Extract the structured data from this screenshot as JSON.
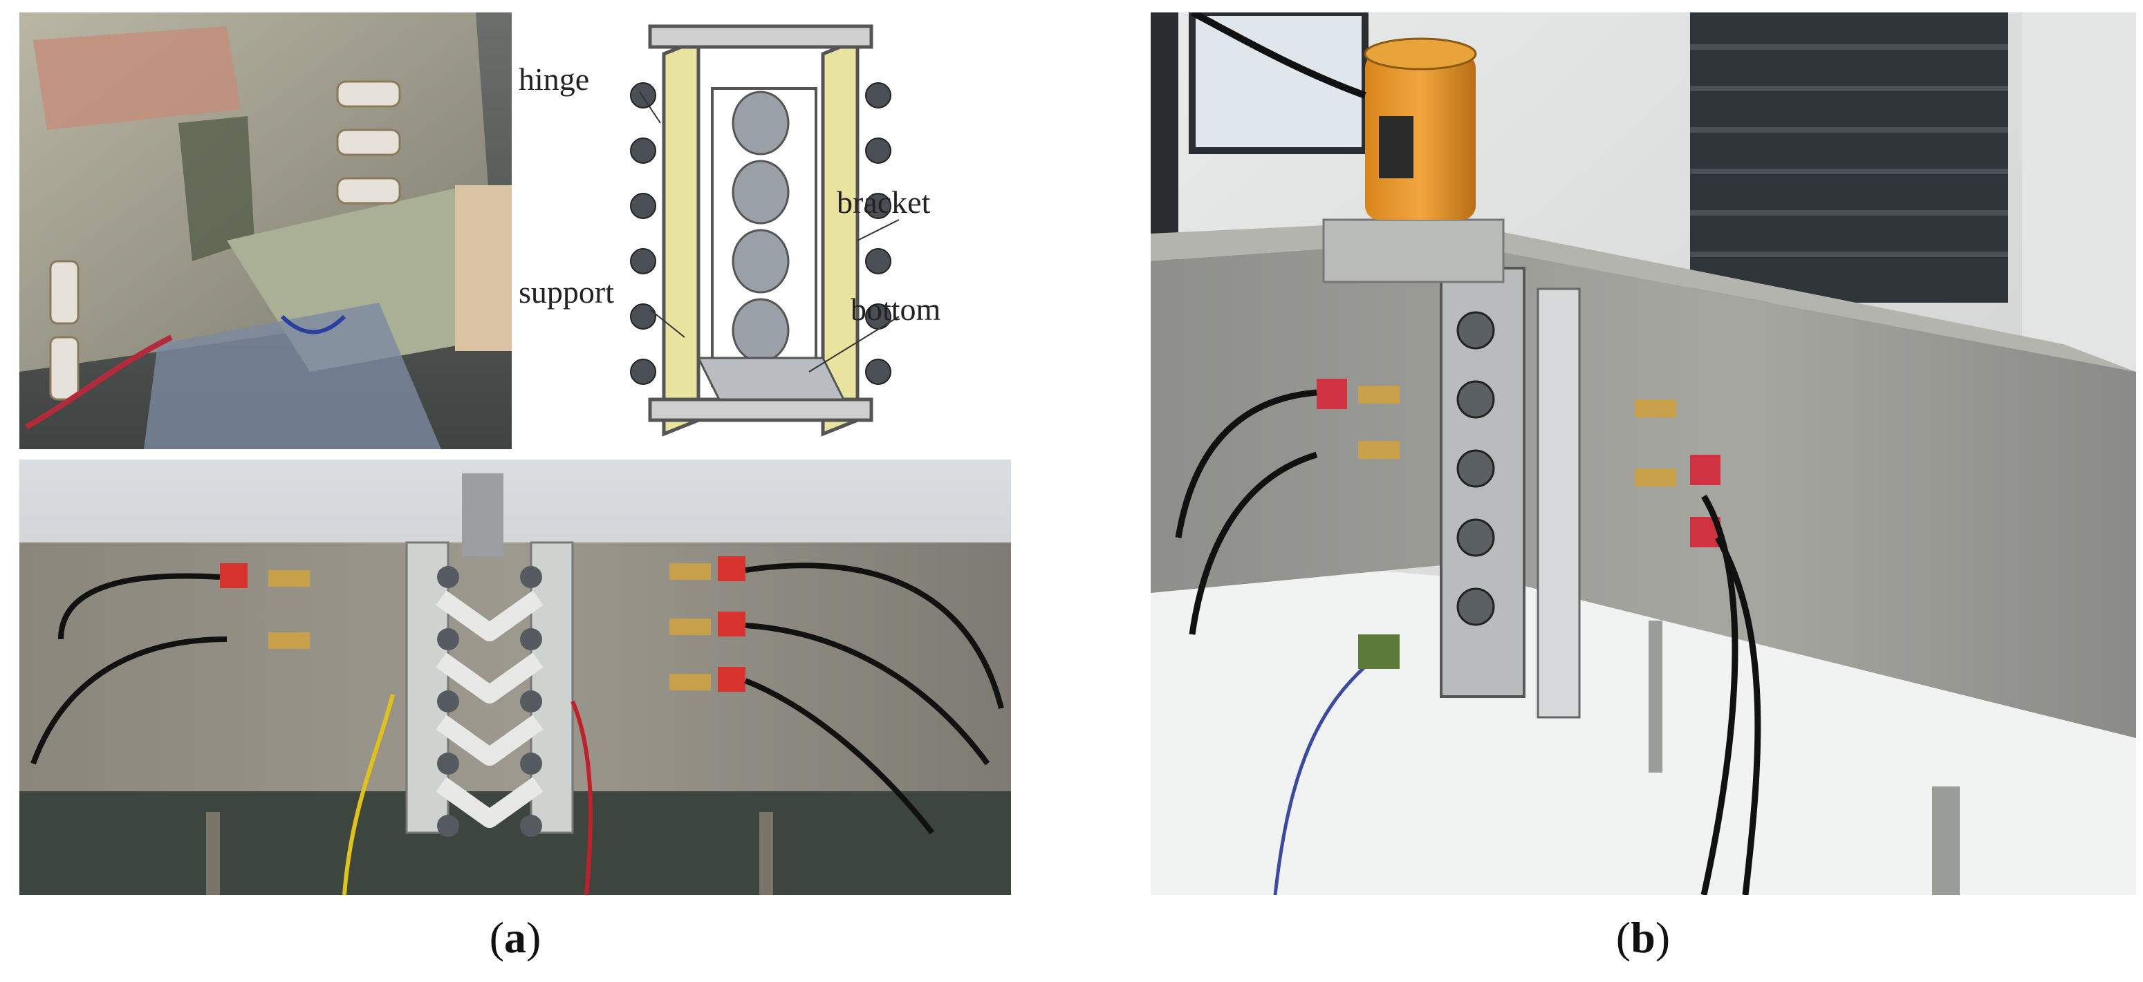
{
  "diagram_labels": {
    "hinge": "hinge",
    "bracket": "bracket",
    "support": "support",
    "bottom": "bottom"
  },
  "captions": {
    "a_letter": "a",
    "b_letter": "b"
  }
}
